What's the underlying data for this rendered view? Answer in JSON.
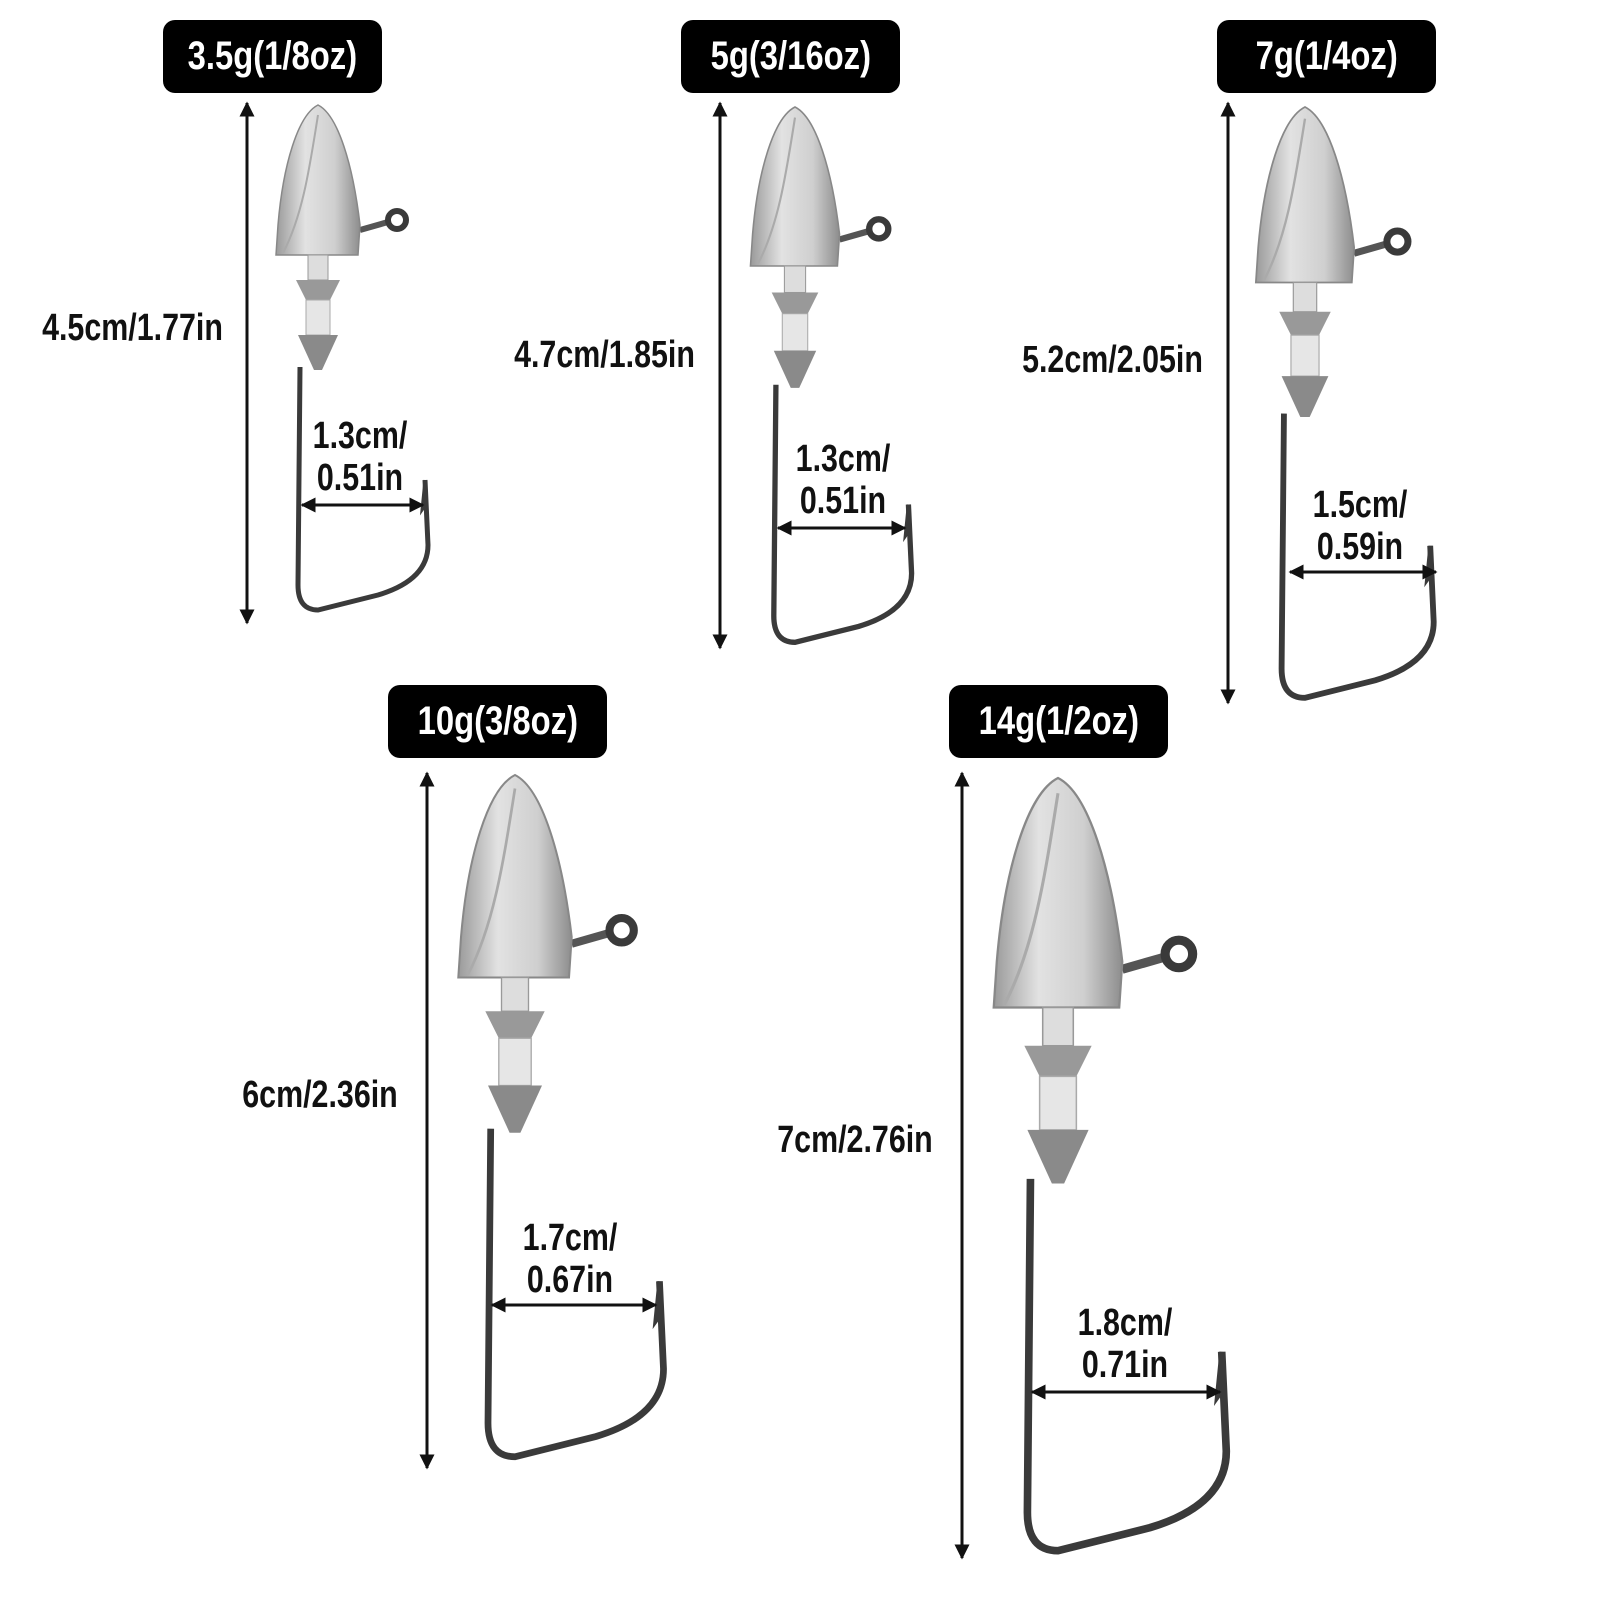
{
  "items": [
    {
      "weight": "3.5g(1/8oz)",
      "length": "4.5cm/1.77in",
      "gap_cm": "1.3cm/",
      "gap_in": "0.51in"
    },
    {
      "weight": "5g(3/16oz)",
      "length": "4.7cm/1.85in",
      "gap_cm": "1.3cm/",
      "gap_in": "0.51in"
    },
    {
      "weight": "7g(1/4oz)",
      "length": "5.2cm/2.05in",
      "gap_cm": "1.5cm/",
      "gap_in": "0.59in"
    },
    {
      "weight": "10g(3/8oz)",
      "length": "6cm/2.36in",
      "gap_cm": "1.7cm/",
      "gap_in": "0.67in"
    },
    {
      "weight": "14g(1/2oz)",
      "length": "7cm/2.76in",
      "gap_cm": "1.8cm/",
      "gap_in": "0.71in"
    }
  ],
  "colors": {
    "badge": "#000000",
    "text": "#111111",
    "lead": "#c9c9c9",
    "wire": "#3a3a3a"
  }
}
